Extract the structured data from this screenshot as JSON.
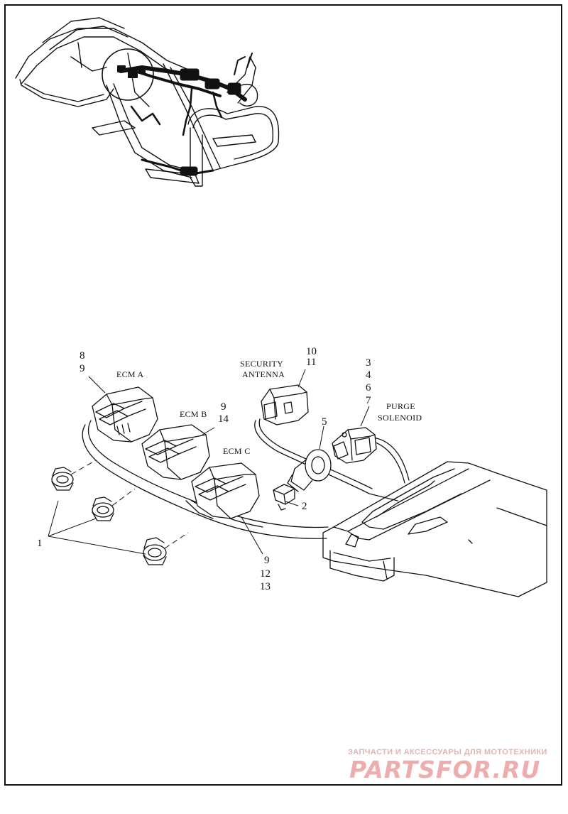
{
  "labels": {
    "ecm_a": "ECM A",
    "ecm_b": "ECM B",
    "ecm_c": "ECM C",
    "security_antenna_line1": "SECURITY",
    "security_antenna_line2": "ANTENNA",
    "purge_solenoid_line1": "PURGE",
    "purge_solenoid_line2": "SOLENOID"
  },
  "callouts": {
    "n8": "8",
    "n9a": "9",
    "n9b": "9",
    "n14": "14",
    "n10": "10",
    "n11": "11",
    "n3": "3",
    "n4": "4",
    "n6": "6",
    "n7": "7",
    "n5": "5",
    "n2": "2",
    "n1": "1",
    "n9c": "9",
    "n12": "12",
    "n13": "13"
  },
  "watermark": {
    "caption": "ЗАПЧАСТИ И АКСЕССУАРЫ ДЛЯ МОТОТЕХНИКИ",
    "logo": "PARTSFOR.RU"
  }
}
